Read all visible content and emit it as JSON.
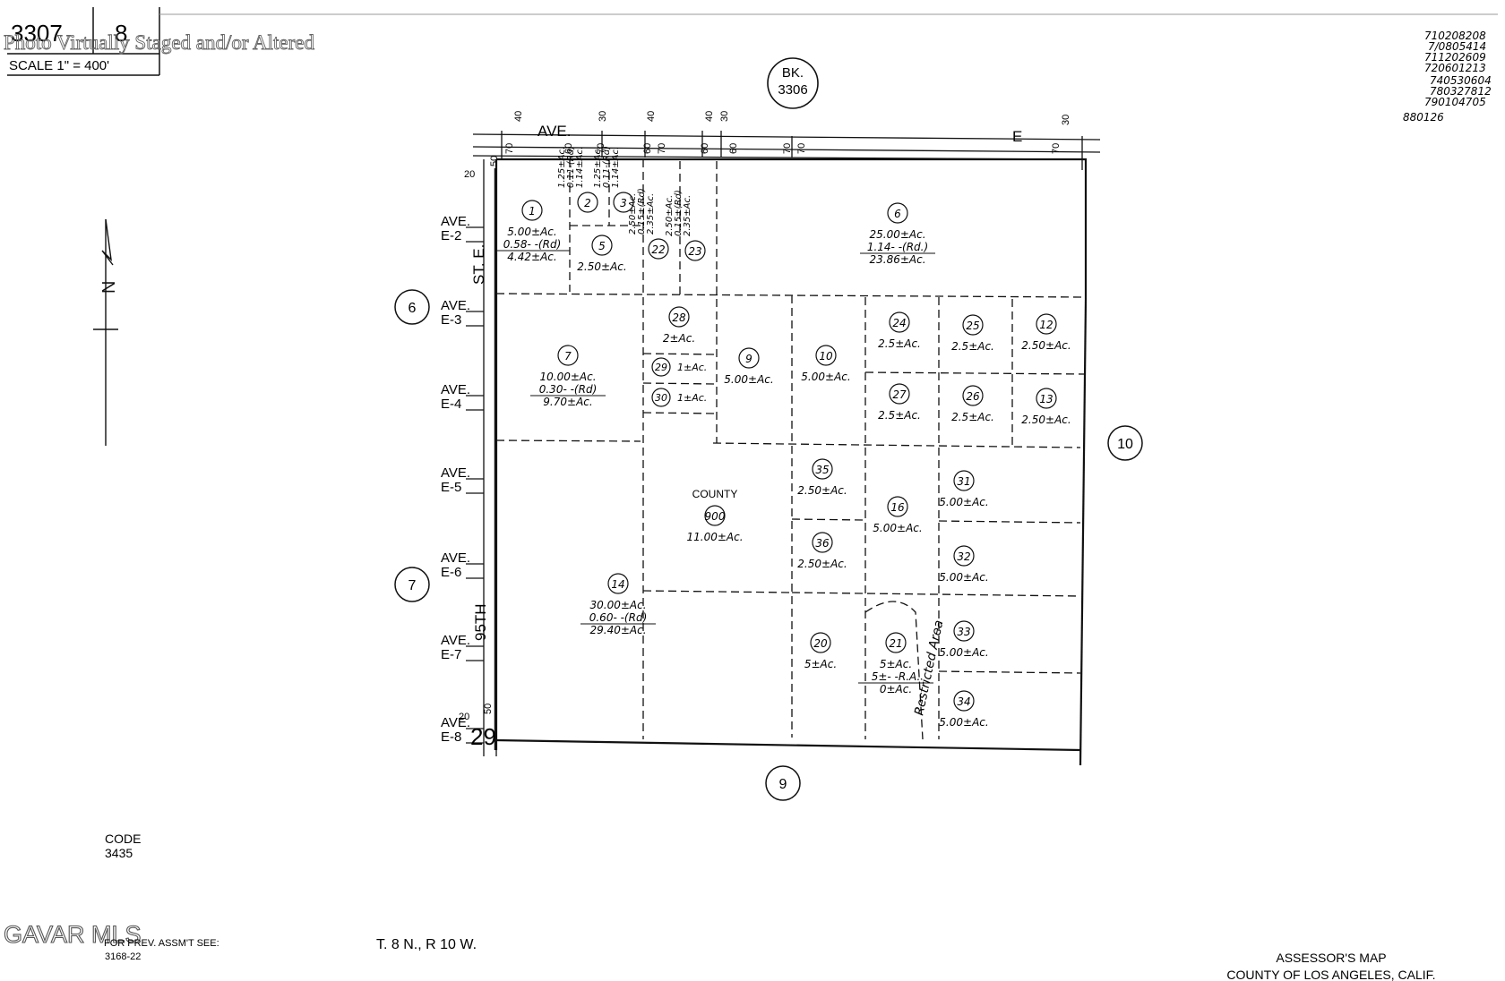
{
  "header": {
    "book": "3307",
    "page": "8",
    "scale": "SCALE 1\" = 400'",
    "watermark": "Photo Virtually Staged and/or Altered",
    "bk_label": "BK.",
    "bk_number": "3306"
  },
  "revisions": [
    "710208208",
    "7/0805414",
    "711202609",
    "720601213",
    "740530604",
    "780327812",
    "790104705",
    "880126"
  ],
  "streets": {
    "ave_top": "AVE.",
    "ave_top_e": "E",
    "st_e": "ST. E.",
    "ninety_fifth": "95TH",
    "ave_labels": [
      {
        "ave": "AVE.",
        "code": "E-2"
      },
      {
        "ave": "AVE.",
        "code": "E-3"
      },
      {
        "ave": "AVE.",
        "code": "E-4"
      },
      {
        "ave": "AVE.",
        "code": "E-5"
      },
      {
        "ave": "AVE.",
        "code": "E-6"
      },
      {
        "ave": "AVE.",
        "code": "E-7"
      },
      {
        "ave": "AVE.",
        "code": "E-8"
      }
    ],
    "twenty_nine": "29"
  },
  "dimensions": [
    "40",
    "30",
    "40",
    "40",
    "30",
    "30",
    "70",
    "60",
    "70",
    "60",
    "70",
    "70",
    "60",
    "60",
    "70",
    "70",
    "50",
    "20",
    "20",
    "50"
  ],
  "adjacent_pages": [
    "6",
    "7",
    "10",
    "9"
  ],
  "parcels": [
    {
      "id": "1",
      "lines": [
        "5.00±Ac.",
        "0.58- -(Rd)",
        "4.42±Ac."
      ]
    },
    {
      "id": "2",
      "lines": [
        "1.25±Ac.",
        "0.11-(Rd)",
        "1.14±Ac."
      ]
    },
    {
      "id": "3",
      "lines": [
        "1.25±Ac.",
        "0.11-(Rd)",
        "1.14±Ac."
      ]
    },
    {
      "id": "5",
      "lines": [
        "2.50±Ac."
      ]
    },
    {
      "id": "22",
      "lines": [
        "2.50±Ac.",
        "0.15±(Rd)",
        "2.35±Ac."
      ]
    },
    {
      "id": "23",
      "lines": [
        "2.50±Ac.",
        "0.15±(Rd)",
        "2.35±Ac."
      ]
    },
    {
      "id": "6",
      "lines": [
        "25.00±Ac.",
        "1.14- -(Rd.)",
        "23.86±Ac."
      ]
    },
    {
      "id": "28",
      "lines": [
        "2±Ac."
      ]
    },
    {
      "id": "29",
      "lines": [
        "1±Ac."
      ]
    },
    {
      "id": "30",
      "lines": [
        "1±Ac."
      ]
    },
    {
      "id": "7",
      "lines": [
        "10.00±Ac.",
        "0.30- -(Rd)",
        "9.70±Ac."
      ]
    },
    {
      "id": "9",
      "lines": [
        "5.00±Ac."
      ]
    },
    {
      "id": "10",
      "lines": [
        "5.00±Ac."
      ]
    },
    {
      "id": "24",
      "lines": [
        "2.5±Ac."
      ]
    },
    {
      "id": "25",
      "lines": [
        "2.5±Ac."
      ]
    },
    {
      "id": "12",
      "lines": [
        "2.50±Ac."
      ]
    },
    {
      "id": "27",
      "lines": [
        "2.5±Ac."
      ]
    },
    {
      "id": "26",
      "lines": [
        "2.5±Ac."
      ]
    },
    {
      "id": "13",
      "lines": [
        "2.50±Ac."
      ]
    },
    {
      "id": "900",
      "label": "COUNTY",
      "lines": [
        "11.00±Ac."
      ]
    },
    {
      "id": "35",
      "lines": [
        "2.50±Ac."
      ]
    },
    {
      "id": "36",
      "lines": [
        "2.50±Ac."
      ]
    },
    {
      "id": "16",
      "lines": [
        "5.00±Ac."
      ]
    },
    {
      "id": "31",
      "lines": [
        "5.00±Ac."
      ]
    },
    {
      "id": "32",
      "lines": [
        "5.00±Ac."
      ]
    },
    {
      "id": "14",
      "lines": [
        "30.00±Ac.",
        "0.60- -(Rd)",
        "29.40±Ac."
      ]
    },
    {
      "id": "20",
      "lines": [
        "5±Ac."
      ]
    },
    {
      "id": "21",
      "lines": [
        "5±Ac.",
        "5±- -R.A.",
        "0±Ac."
      ]
    },
    {
      "id": "33",
      "lines": [
        "5.00±Ac."
      ]
    },
    {
      "id": "34",
      "lines": [
        "5.00±Ac."
      ]
    }
  ],
  "restricted_area": "Restricted Area",
  "footer": {
    "code_label": "CODE",
    "code_value": "3435",
    "logo": "GAVAR MLS",
    "prev_assmt": "FOR PREV. ASSM'T SEE:",
    "prev_assmt_ref": "3168-22",
    "township": "T. 8 N., R 10 W.",
    "assessor": "ASSESSOR'S MAP",
    "county": "COUNTY OF LOS ANGELES, CALIF."
  }
}
